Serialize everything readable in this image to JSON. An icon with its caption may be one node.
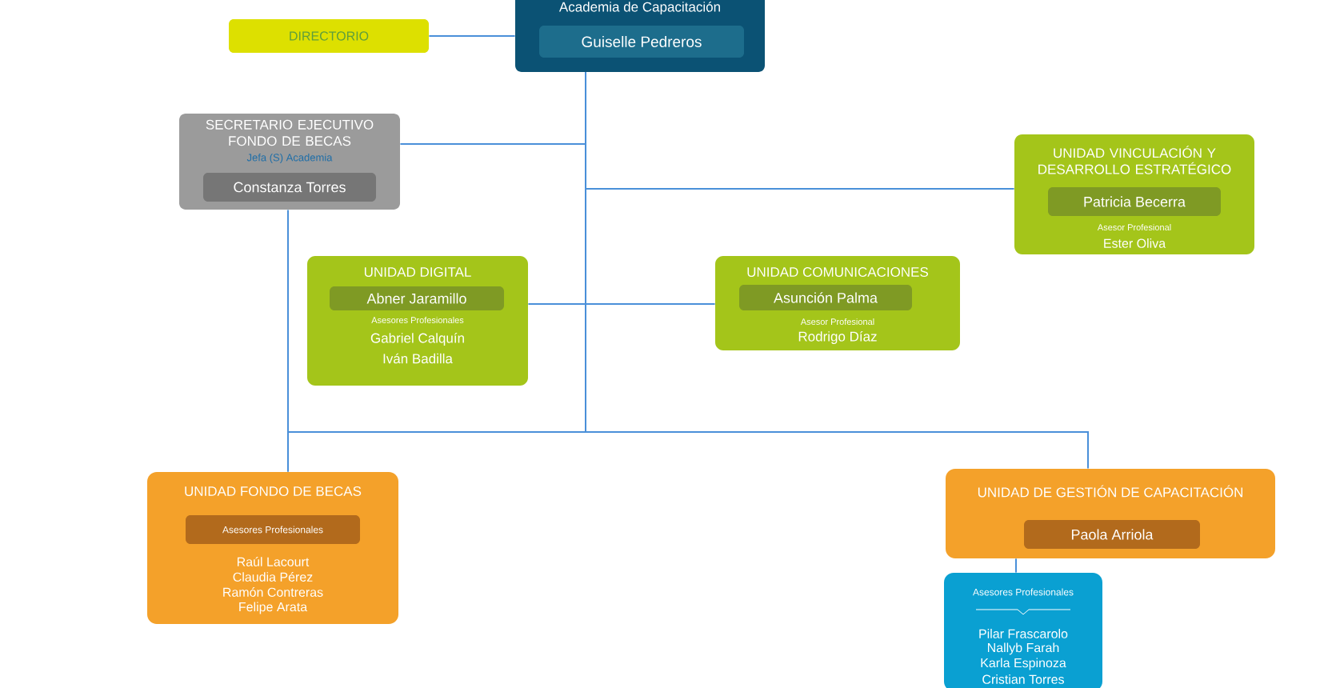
{
  "diagram": {
    "nodes": [
      {
        "text": [
          "Academia de Capacitación"
        ]
      },
      {
        "text": [
          "Guiselle Pedreros"
        ],
        "in": 0
      },
      {
        "text": [
          "DIRECTORIO"
        ]
      },
      {
        "text": [
          "SECRETARIO EJECUTIVO FONDO DE BECAS",
          "Jefa (S) Academia"
        ]
      },
      {
        "text": [
          "Constanza Torres"
        ],
        "in": 3
      },
      {
        "text": [
          "UNIDAD VINCULACIÓN  Y DESARROLLO ESTRATÉGICO",
          "Asesor Profesional",
          "Ester Oliva"
        ]
      },
      {
        "text": [
          "Patricia Becerra"
        ],
        "in": 5
      },
      {
        "text": [
          "UNIDAD DIGITAL",
          "Asesores Profesionales",
          "Gabriel Calquín",
          "Iván Badilla"
        ]
      },
      {
        "text": [
          "Abner Jaramillo"
        ],
        "in": 7
      },
      {
        "text": [
          "UNIDAD COMUNICACIONES",
          "Asesor Profesional",
          "Rodrigo Díaz"
        ]
      },
      {
        "text": [
          "Asunción Palma"
        ],
        "in": 9
      },
      {
        "text": [
          "UNIDAD FONDO DE BECAS",
          "Raúl Lacourt",
          "Claudia Pérez",
          "Ramón Contreras",
          "Felipe Arata"
        ]
      },
      {
        "text": [
          "Asesores Profesionales"
        ],
        "in": 11
      },
      {
        "text": [
          "UNIDAD DE GESTIÓN DE CAPACITACIÓN"
        ]
      },
      {
        "text": [
          "Paola Arriola"
        ],
        "in": 13
      },
      {
        "text": [
          "Asesores Profesionales",
          "Pilar Frascarolo",
          "Nallyb Farah",
          "Karla Espinoza",
          "Cristian Torres"
        ]
      }
    ],
    "edges": [
      {
        "from": 2,
        "to": 0,
        "arrow": "none"
      },
      {
        "from": 0,
        "to": 3,
        "arrow": "none"
      },
      {
        "from": 0,
        "to": 5,
        "arrow": "none"
      },
      {
        "from": 0,
        "to": 7,
        "arrow": "none"
      },
      {
        "from": 0,
        "to": 9,
        "arrow": "none"
      },
      {
        "from": 0,
        "to": 11,
        "arrow": "none"
      },
      {
        "from": 0,
        "to": 13,
        "arrow": "none"
      },
      {
        "from": 3,
        "to": 11,
        "arrow": "none"
      },
      {
        "from": 13,
        "to": 15,
        "arrow": "none"
      }
    ]
  }
}
